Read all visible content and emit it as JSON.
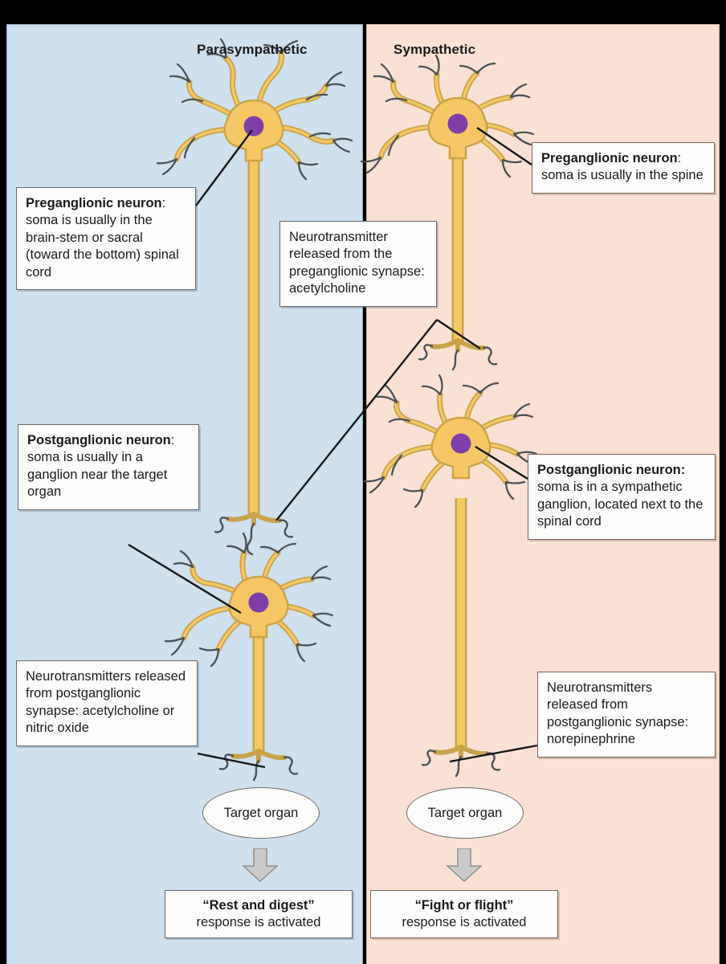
{
  "diagram": {
    "title_parasympathetic": "Parasympathetic",
    "title_sympathetic": "Sympathetic",
    "panel_color_parasympathetic": "#cfe0ee",
    "panel_color_sympathetic": "#fbe1d3",
    "neuron_soma_color": "#f5c764",
    "neuron_nucleus_color": "#7d3fa8",
    "frame_color": "#000000"
  },
  "callouts": {
    "preganglionic_parasympathetic": {
      "bold": "Preganglionic neuron",
      "rest": ": soma is usually in the brain-stem or sacral (toward the bottom) spinal cord"
    },
    "neurotransmitter_preganglionic": {
      "text": "Neurotransmitter released from the preganglionic synapse: acetylcholine"
    },
    "preganglionic_sympathetic": {
      "bold": "Preganglionic neuron",
      "rest": ": soma is usually in the spine"
    },
    "postganglionic_parasympathetic": {
      "bold": "Postganglionic neuron",
      "rest": ": soma is usually in a ganglion near the target organ"
    },
    "postganglionic_sympathetic": {
      "bold": "Postganglionic neuron:",
      "rest": " soma is in a sympathetic ganglion, located next to the spinal cord"
    },
    "neurotransmitters_postganglionic_parasympathetic": {
      "text": "Neurotransmitters released from postganglionic synapse: acetylcholine or nitric oxide"
    },
    "neurotransmitters_postganglionic_sympathetic": {
      "text": "Neurotransmitters released from postganglionic synapse: norepinephrine"
    }
  },
  "target_organs": {
    "parasympathetic": "Target organ",
    "sympathetic": "Target organ"
  },
  "responses": {
    "parasympathetic": {
      "headline": "“Rest and digest”",
      "sub": "response is activated"
    },
    "sympathetic": {
      "headline": "“Fight or flight”",
      "sub": "response is activated"
    }
  }
}
